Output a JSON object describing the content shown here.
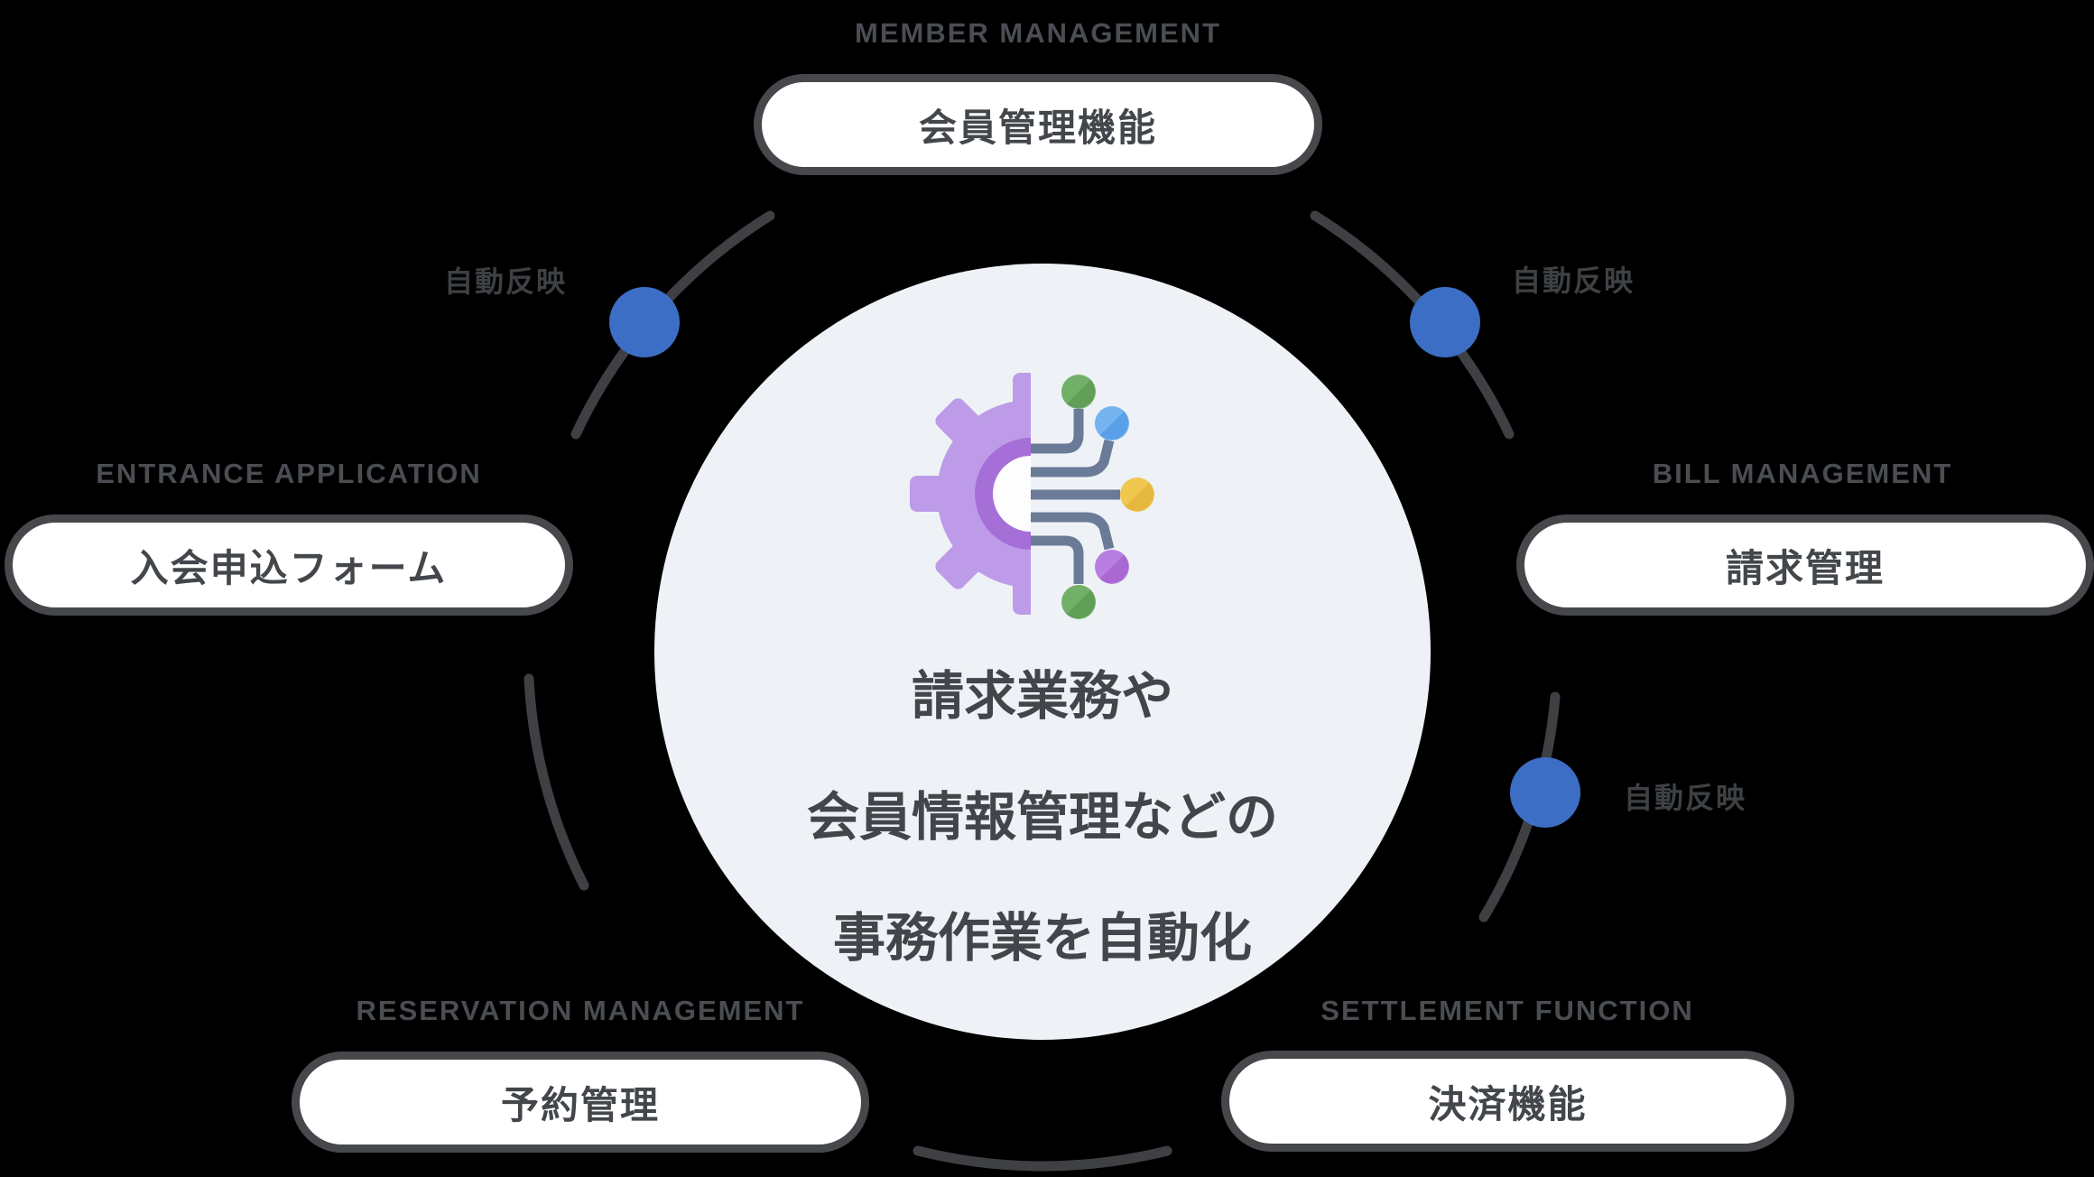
{
  "diagram": {
    "title_hint": "automation feature ring diagram",
    "center": {
      "lines": [
        "請求業務や",
        "会員情報管理などの",
        "事務作業を自動化"
      ],
      "icon": "gear-circuit-icon"
    },
    "nodes": {
      "member": {
        "en": "MEMBER MANAGEMENT",
        "ja": "会員管理機能"
      },
      "bill": {
        "en": "BILL MANAGEMENT",
        "ja": "請求管理"
      },
      "settlement": {
        "en": "SETTLEMENT FUNCTION",
        "ja": "決済機能"
      },
      "reservation": {
        "en": "RESERVATION MANAGEMENT",
        "ja": "予約管理"
      },
      "entrance": {
        "en": "ENTRANCE APPLICATION",
        "ja": "入会申込フォーム"
      }
    },
    "badges": [
      "自動反映",
      "自動反映",
      "自動反映"
    ],
    "colors": {
      "background": "#000000",
      "pill_bg": "#ffffff",
      "pill_border": "#46484b",
      "text_dark": "#43474b",
      "label_gray": "#4a4d52",
      "ring_arc": "#3e4043",
      "auto_dot_blue": "#3d6ec5",
      "center_circle_bg": "#eef2f7",
      "icon_gear_purple": "#bd9be8",
      "icon_gear_ring": "#a66fd8",
      "icon_trace_slate": "#6b7b97",
      "icon_dot_green": "#72b06a",
      "icon_dot_blue": "#74b4f0",
      "icon_dot_yellow": "#f0c84f",
      "icon_dot_purple": "#b87fe0"
    }
  }
}
